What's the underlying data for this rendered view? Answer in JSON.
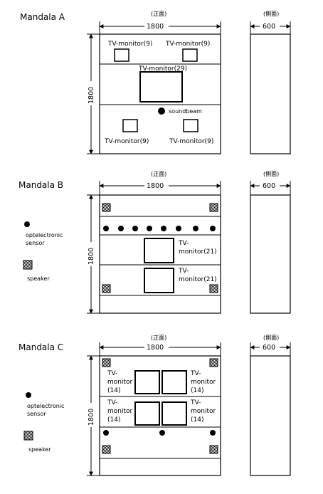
{
  "mandala_a": {
    "title": "Mandala A",
    "front_label": "(正面)",
    "side_label": "(側面)",
    "width_dim": "1800",
    "height_dim": "1800",
    "depth_dim": "600",
    "monitor_tl": "TV-monitor(9)",
    "monitor_tr": "TV-monitor(9)",
    "monitor_center": "TV-monitor(29)",
    "soundbeam": "soundbeam",
    "monitor_bl": "TV-monitor(9)",
    "monitor_br": "TV-monitor(9)"
  },
  "mandala_b": {
    "title": "Mandala B",
    "front_label": "(正面)",
    "side_label": "(側面)",
    "width_dim": "1800",
    "height_dim": "1800",
    "depth_dim": "600",
    "legend_sensor_1": "optelectronic",
    "legend_sensor_2": "sensor",
    "legend_speaker": "speaker",
    "monitor1_line1": "TV-",
    "monitor1_line2": "monitor(21)",
    "monitor2_line1": "TV-",
    "monitor2_line2": "monitor(21)"
  },
  "mandala_c": {
    "title": "Mandala C",
    "front_label": "(正面)",
    "side_label": "(側面)",
    "width_dim": "1800",
    "height_dim": "1800",
    "depth_dim": "600",
    "legend_sensor_1": "optelectronic",
    "legend_sensor_2": "sensor",
    "legend_speaker": "speaker",
    "m1_l1": "TV-",
    "m1_l2": "monitor",
    "m1_l3": "(14)",
    "m2_l1": "TV-",
    "m2_l2": "monitor",
    "m2_l3": "(14)",
    "m3_l1": "TV-",
    "m3_l2": "monitor",
    "m3_l3": "(14)",
    "m4_l1": "TV-",
    "m4_l2": "monitor",
    "m4_l3": "(14)"
  }
}
